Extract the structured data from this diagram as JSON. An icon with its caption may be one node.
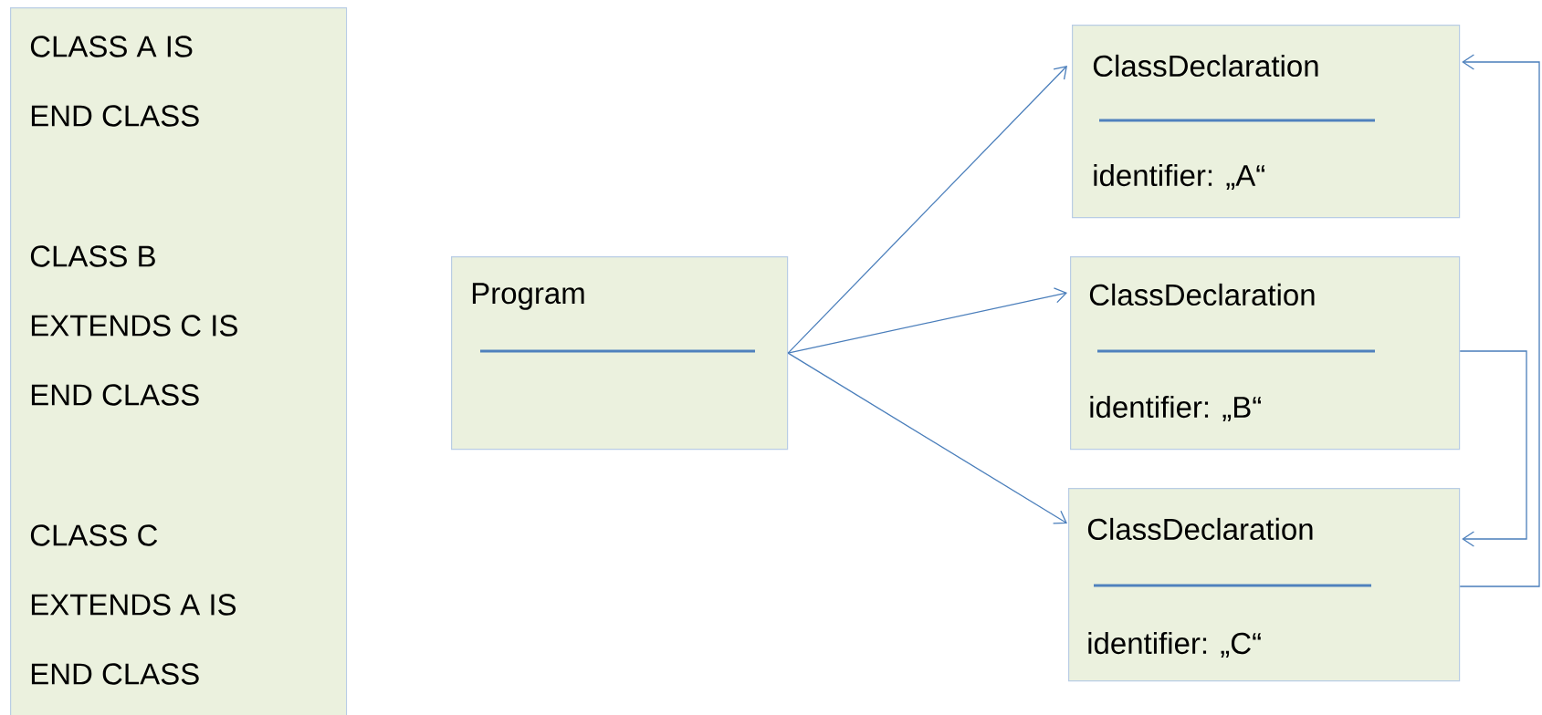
{
  "diagram": {
    "nodes": [
      {
        "text": [
          "CLASS A IS",
          "END CLASS",
          "CLASS B",
          "EXTENDS C IS",
          "END CLASS",
          "CLASS C",
          "EXTENDS A IS",
          "END CLASS"
        ]
      },
      {
        "text": [
          "Program"
        ]
      },
      {
        "text": [
          "ClassDeclaration",
          "identifier: „A“"
        ]
      },
      {
        "text": [
          "ClassDeclaration",
          "identifier: „B“"
        ]
      },
      {
        "text": [
          "ClassDeclaration",
          "identifier: „C“"
        ]
      }
    ],
    "edges": [
      {
        "from": 1,
        "to": 2,
        "arrow": "to"
      },
      {
        "from": 1,
        "to": 3,
        "arrow": "to"
      },
      {
        "from": 1,
        "to": 4,
        "arrow": "to"
      },
      {
        "from": 3,
        "to": 4,
        "arrow": "to"
      },
      {
        "from": 4,
        "to": 2,
        "arrow": "to"
      }
    ]
  }
}
